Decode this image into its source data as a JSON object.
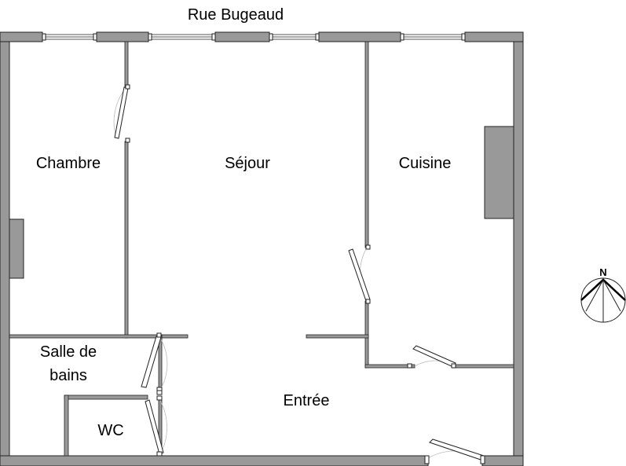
{
  "street": {
    "name": "Rue Bugeaud"
  },
  "rooms": {
    "chambre": "Chambre",
    "sejour": "Séjour",
    "cuisine": "Cuisine",
    "salle_de_bains_line1": "Salle de",
    "salle_de_bains_line2": "bains",
    "wc": "WC",
    "entree": "Entrée"
  },
  "compass": {
    "north_label": "N"
  },
  "colors": {
    "wall": "#999999",
    "outline": "#222222",
    "background": "#ffffff"
  }
}
